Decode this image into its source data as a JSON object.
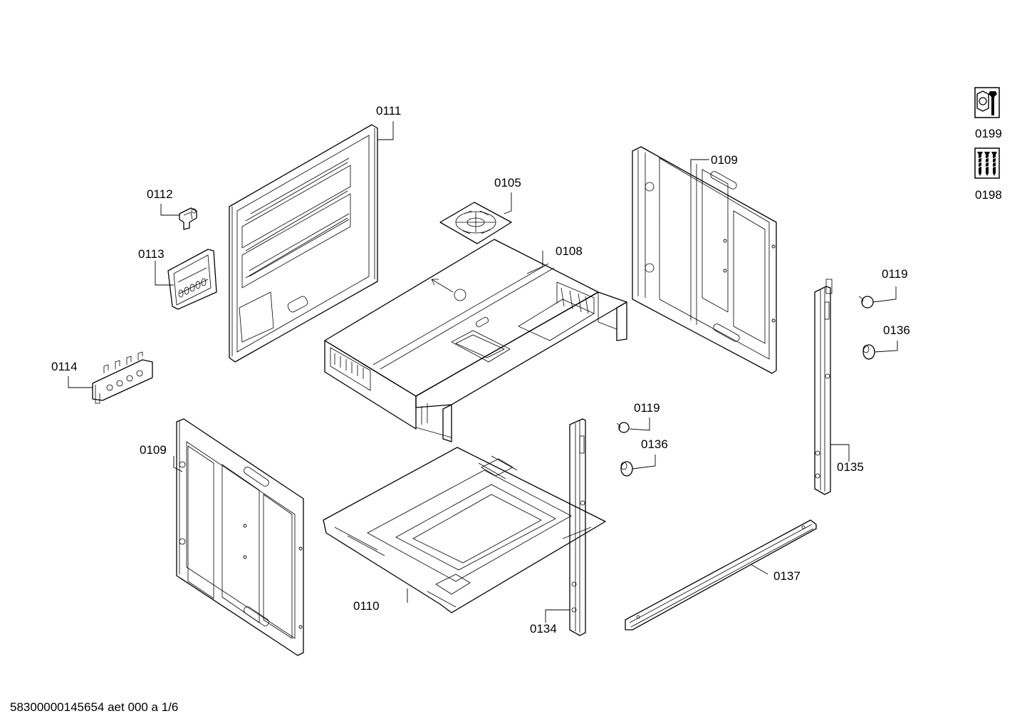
{
  "diagram": {
    "parts": [
      {
        "key": "p0111",
        "label": "0111"
      },
      {
        "key": "p0112",
        "label": "0112"
      },
      {
        "key": "p0113",
        "label": "0113"
      },
      {
        "key": "p0114",
        "label": "0114"
      },
      {
        "key": "p0105",
        "label": "0105"
      },
      {
        "key": "p0108",
        "label": "0108"
      },
      {
        "key": "p0109a",
        "label": "0109"
      },
      {
        "key": "p0109b",
        "label": "0109"
      },
      {
        "key": "p0110",
        "label": "0110"
      },
      {
        "key": "p0119a",
        "label": "0119"
      },
      {
        "key": "p0119b",
        "label": "0119"
      },
      {
        "key": "p0136a",
        "label": "0136"
      },
      {
        "key": "p0136b",
        "label": "0136"
      },
      {
        "key": "p0135",
        "label": "0135"
      },
      {
        "key": "p0134",
        "label": "0134"
      },
      {
        "key": "p0137",
        "label": "0137"
      }
    ],
    "service_icons": [
      {
        "icon": "wrench-nut-icon",
        "label": "0199"
      },
      {
        "icon": "screws-icon",
        "label": "0198"
      }
    ],
    "footer": "58300000145654 aet 000 a 1/6"
  }
}
